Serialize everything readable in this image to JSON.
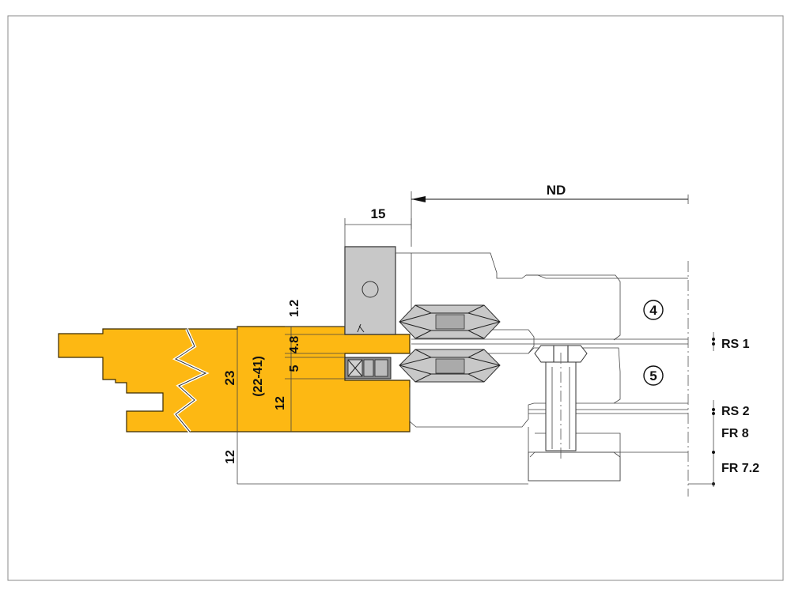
{
  "diagram": {
    "top_label": "ND",
    "width_label": "15",
    "dim_labels": {
      "d_1_2": "1.2",
      "d_4_8": "4.8",
      "d_5": "5",
      "d_12_inner": "12",
      "d_23": "23",
      "d_22_41": "(22-41)",
      "d_12_outer": "12"
    },
    "circle_labels": {
      "c4": "4",
      "c5": "5"
    },
    "right_labels": {
      "rs1": "RS 1",
      "rs2": "RS 2",
      "fr8": "FR 8",
      "fr72": "FR 7.2"
    },
    "colors": {
      "workpiece": "#FDB813",
      "workpiece_edge": "#3a2a00",
      "cutter": "#C8C8C8",
      "cutter_edge": "#333333"
    }
  }
}
